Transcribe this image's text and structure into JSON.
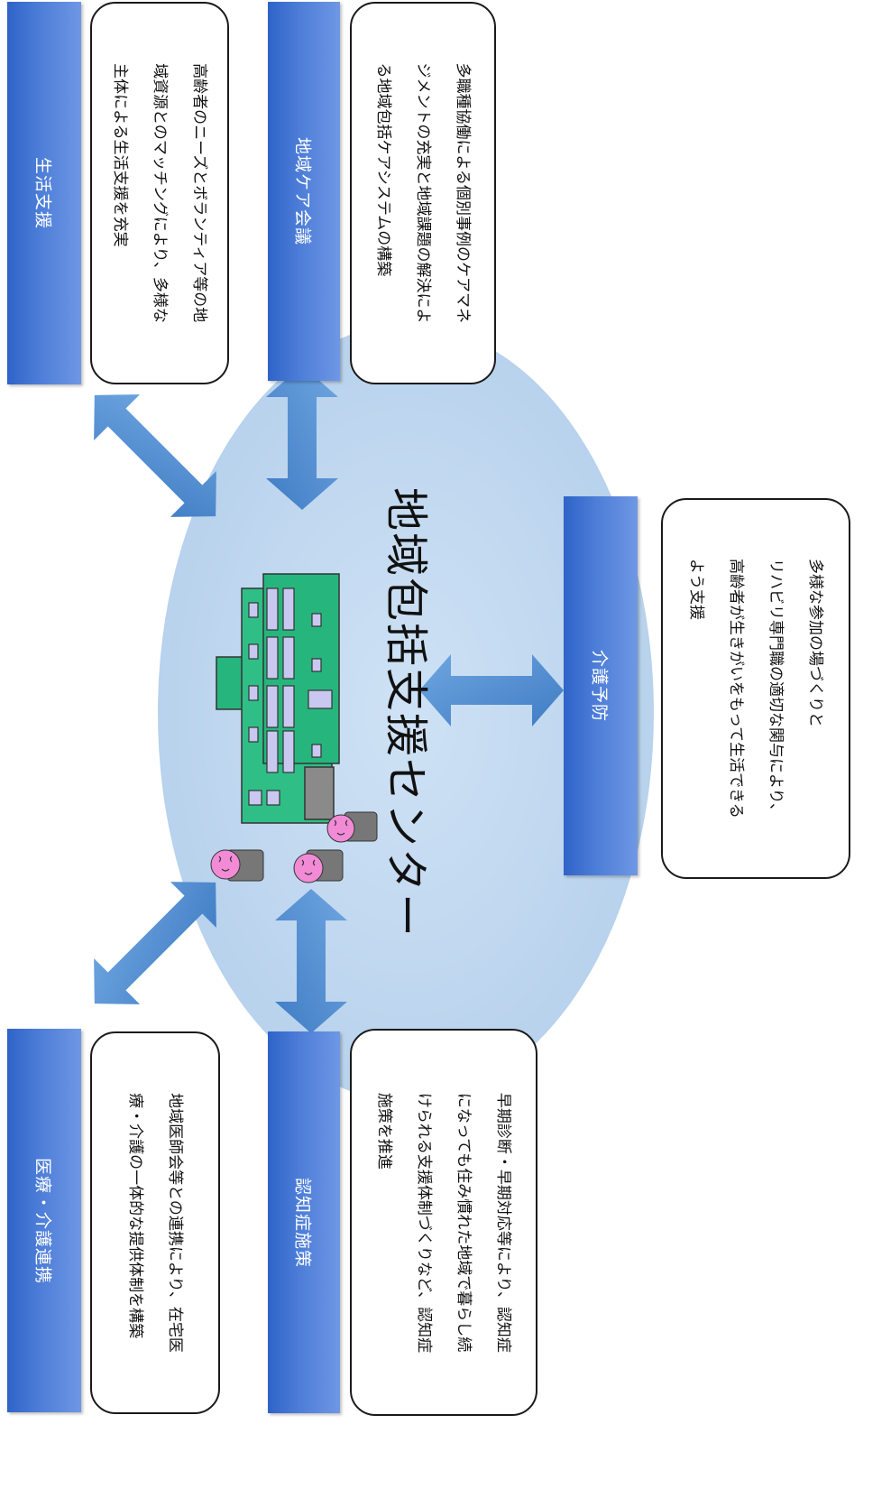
{
  "center": {
    "title": "地域包括支援センター"
  },
  "panels": {
    "seikatsu": {
      "label": "生活支援",
      "lines": [
        "高齢者のニーズとボランティア等の地",
        "域資源とのマッチングにより、多様な",
        "主体による生活支援を充実"
      ]
    },
    "care_kaigi": {
      "label": "地域ケア会議",
      "lines": [
        "多職種協働による個別事例のケアマネ",
        "ジメントの充実と地域課題の解決によ",
        "る地域包括ケアシステムの構築"
      ]
    },
    "kaigo_yobou": {
      "label": "介護予防",
      "lines": [
        "多様な参加の場づくりと",
        "リハビリ専門職の適切な関与により、",
        "高齢者が生きがいをもって生活できる",
        "よう支援"
      ]
    },
    "iryou": {
      "label": "医療・介護連携",
      "lines": [
        "地域医師会等との連携により、在宅医",
        "療・介護の一体的な提供体制を構築"
      ]
    },
    "ninchishou": {
      "label": "認知症施策",
      "lines": [
        "早期診断・早期対応等により、認知症",
        "になっても住み慣れた地域で暮らし続",
        "けられる支援体制づくりなど、認知症",
        "施策を推進"
      ]
    }
  },
  "colors": {
    "label_fill": "#3d6fd0",
    "ellipse_fill": "#c2d9f0",
    "arrow_fill": "#5b93d2",
    "building": "#27b57e",
    "window": "#c8c8f0"
  }
}
